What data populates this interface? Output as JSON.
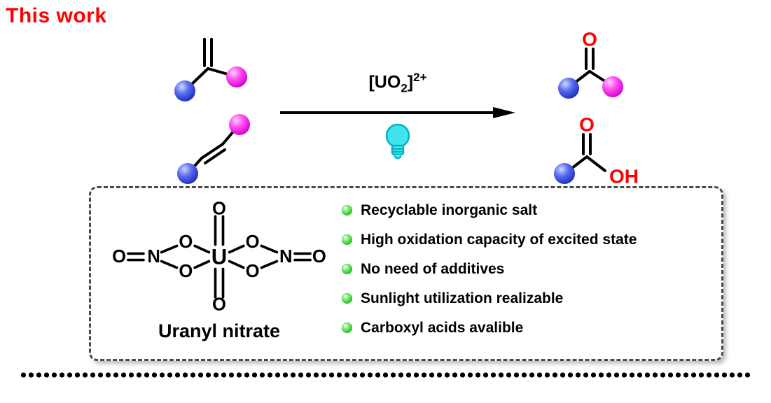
{
  "header": {
    "title": "This work"
  },
  "reaction": {
    "reagent": {
      "open": "[UO",
      "sub": "2",
      "close": "]",
      "sup": "2+"
    },
    "atoms": {
      "o": "O",
      "oh": "OH"
    }
  },
  "uranyl": {
    "label": "Uranyl nitrate",
    "atoms": {
      "o": "O",
      "n": "N",
      "u": "U"
    }
  },
  "features": [
    "Recyclable inorganic salt",
    "High oxidation capacity of excited state",
    "No need of additives",
    "Sunlight utilization realizable",
    "Carboxyl acids avalible"
  ],
  "colors": {
    "accent_red": "#ff0000",
    "blue_sphere": "#2a2ad0",
    "magenta_sphere": "#f314f3",
    "green_bullet": "#2ecc2e",
    "cyan_bulb": "#3fe4ef",
    "bond_black": "#000000"
  }
}
